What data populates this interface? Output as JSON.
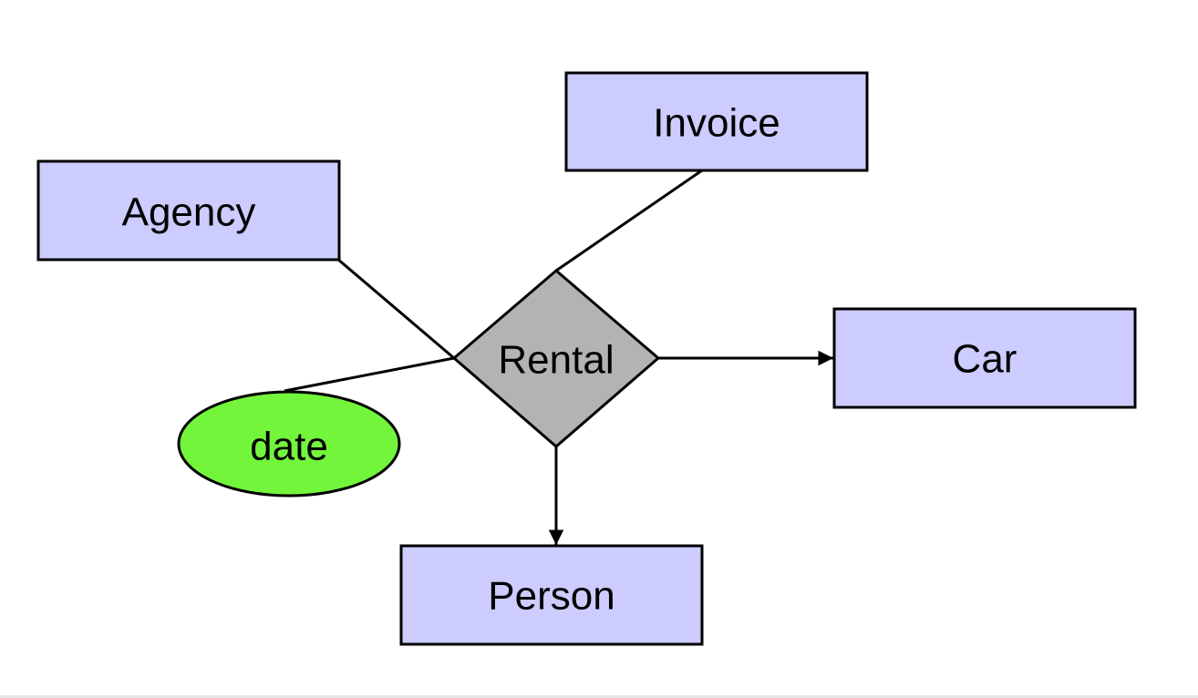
{
  "colors": {
    "entity_fill": "#ccccff",
    "relationship_fill": "#b3b3b3",
    "attribute_fill": "#73f53c",
    "stroke": "#000000"
  },
  "entities": {
    "agency": "Agency",
    "invoice": "Invoice",
    "car": "Car",
    "person": "Person"
  },
  "relationship": {
    "rental": "Rental"
  },
  "attribute": {
    "date": "date"
  }
}
